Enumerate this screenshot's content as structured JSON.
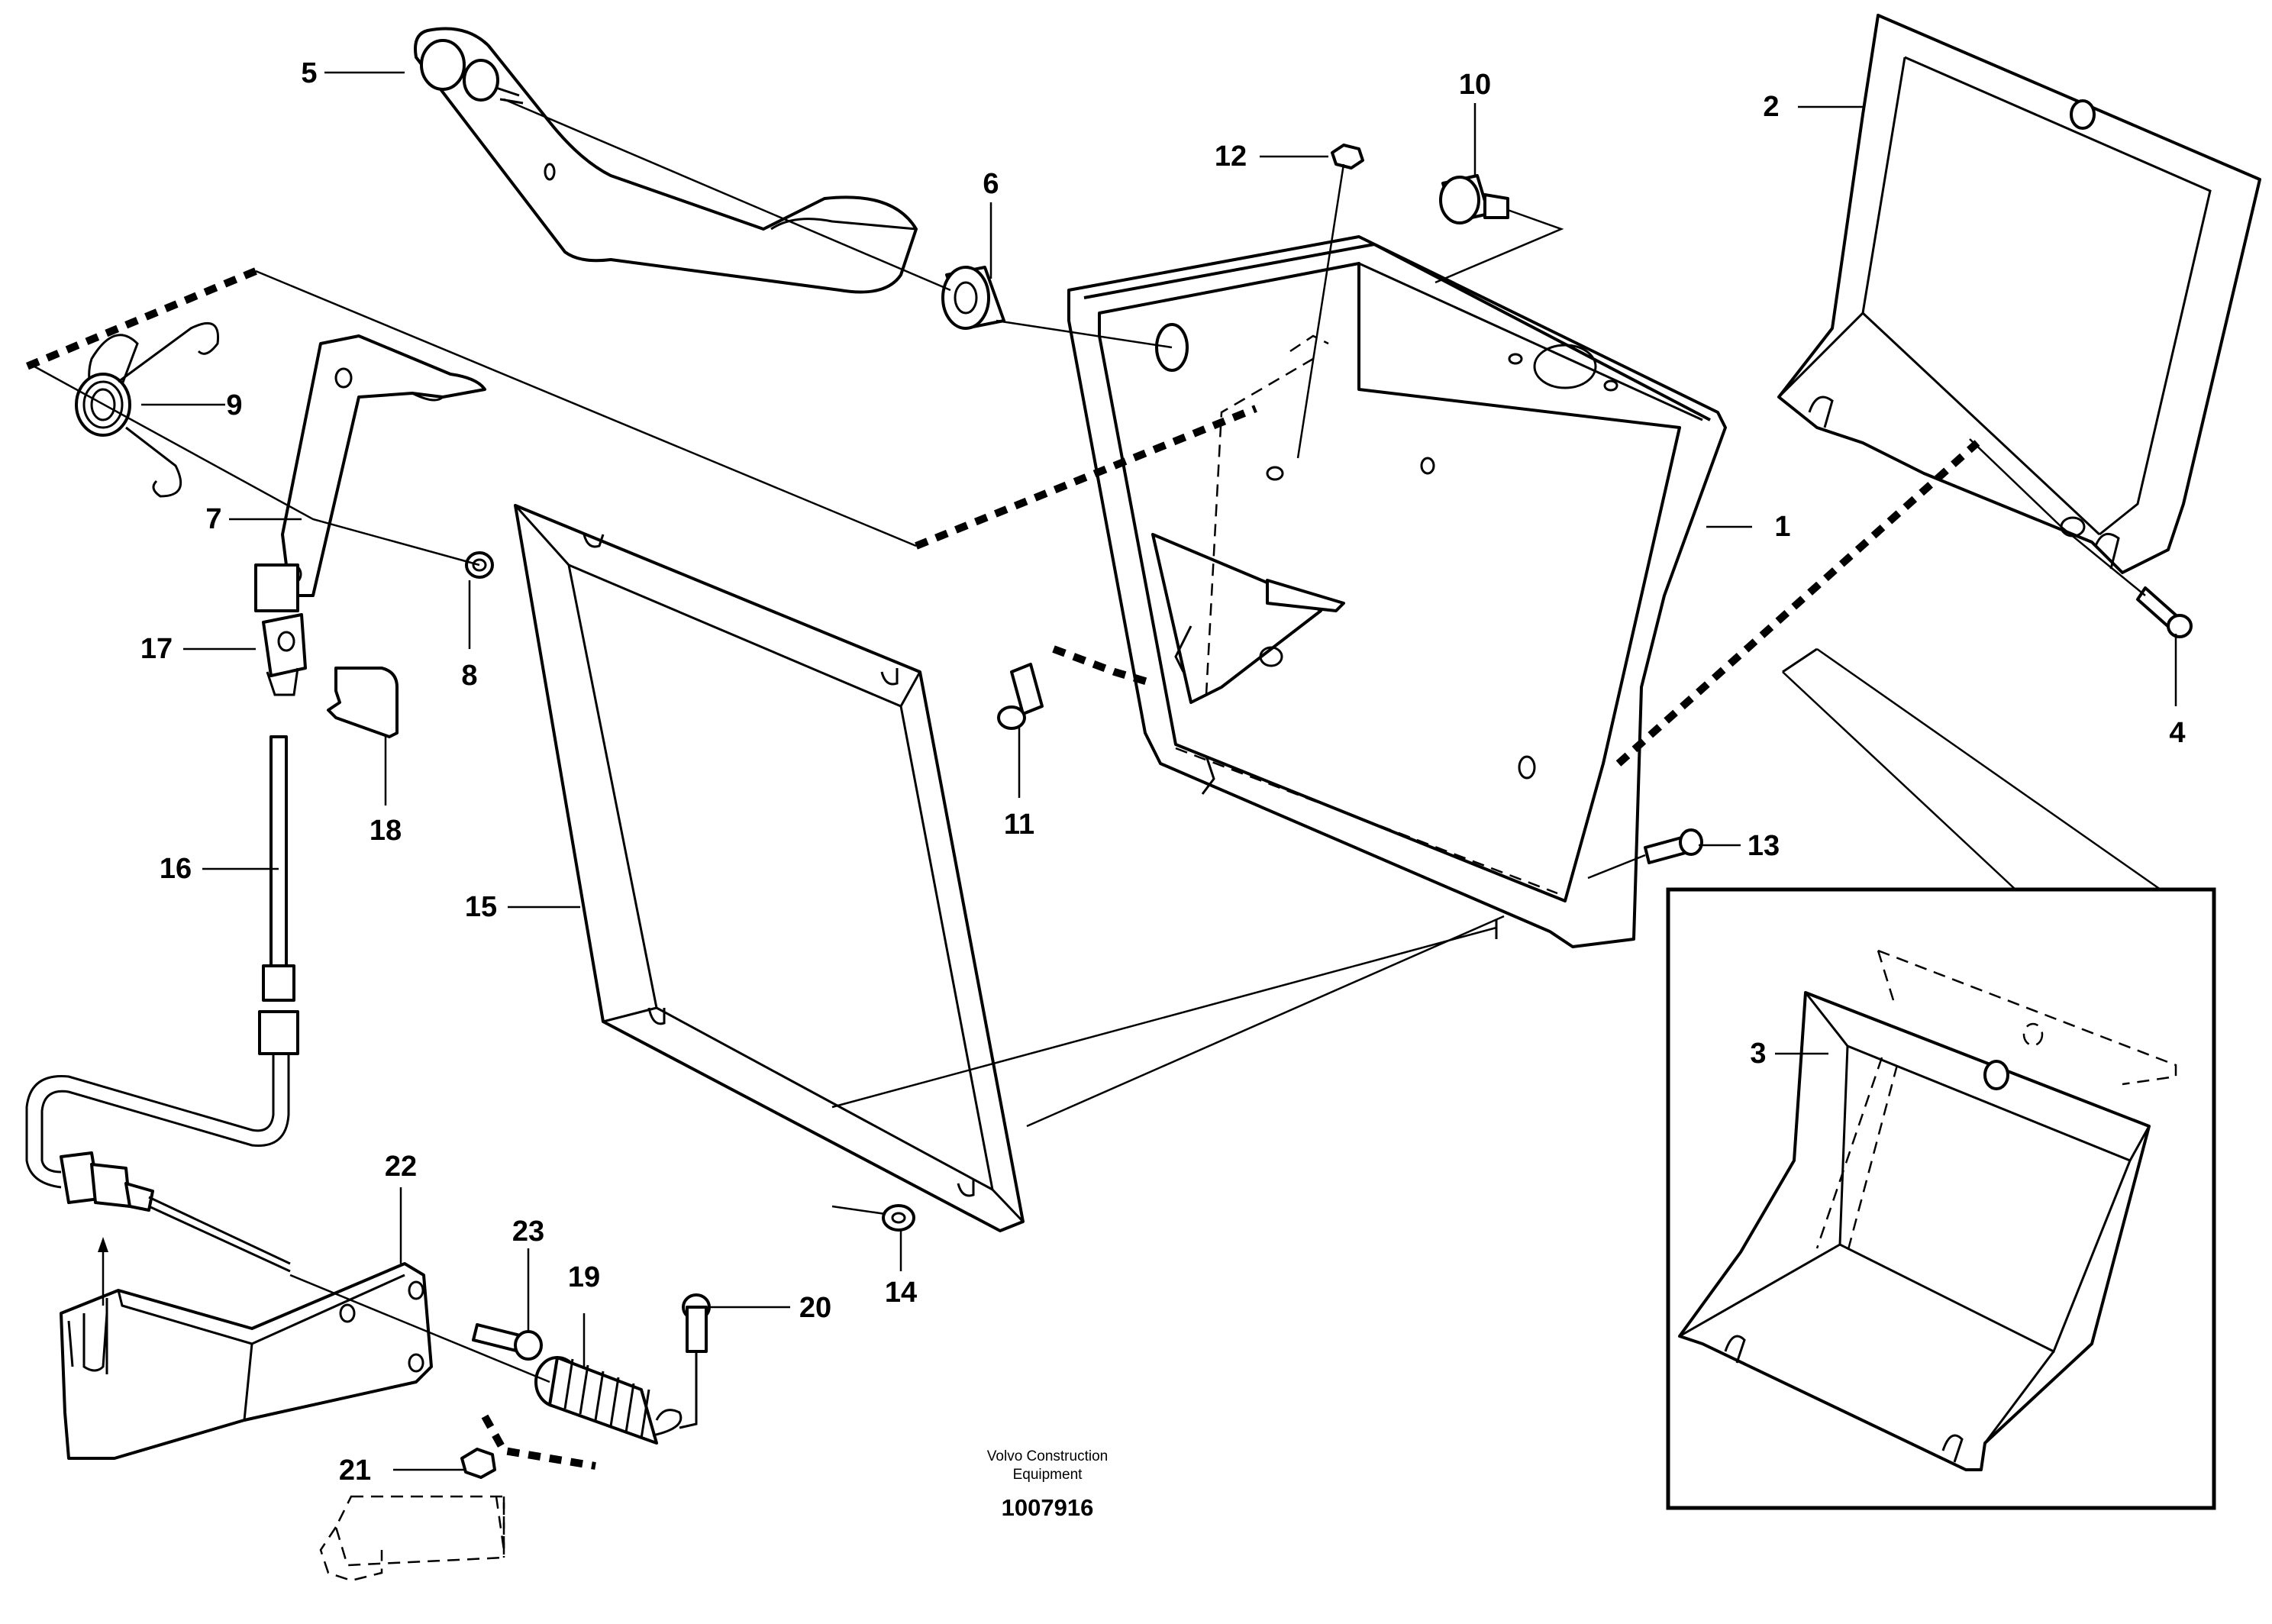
{
  "diagram": {
    "publisher_line1": "Volvo Construction",
    "publisher_line2": "Equipment",
    "document_number": "1007916",
    "callouts": [
      {
        "id": "1",
        "text": "1"
      },
      {
        "id": "2",
        "text": "2"
      },
      {
        "id": "3",
        "text": "3"
      },
      {
        "id": "4",
        "text": "4"
      },
      {
        "id": "5",
        "text": "5"
      },
      {
        "id": "6",
        "text": "6"
      },
      {
        "id": "7",
        "text": "7"
      },
      {
        "id": "8",
        "text": "8"
      },
      {
        "id": "9",
        "text": "9"
      },
      {
        "id": "10",
        "text": "10"
      },
      {
        "id": "11",
        "text": "11"
      },
      {
        "id": "12",
        "text": "12"
      },
      {
        "id": "13",
        "text": "13"
      },
      {
        "id": "14",
        "text": "14"
      },
      {
        "id": "15",
        "text": "15"
      },
      {
        "id": "16",
        "text": "16"
      },
      {
        "id": "17",
        "text": "17"
      },
      {
        "id": "18",
        "text": "18"
      },
      {
        "id": "19",
        "text": "19"
      },
      {
        "id": "20",
        "text": "20"
      },
      {
        "id": "21",
        "text": "21"
      },
      {
        "id": "22",
        "text": "22"
      },
      {
        "id": "23",
        "text": "23"
      }
    ]
  }
}
